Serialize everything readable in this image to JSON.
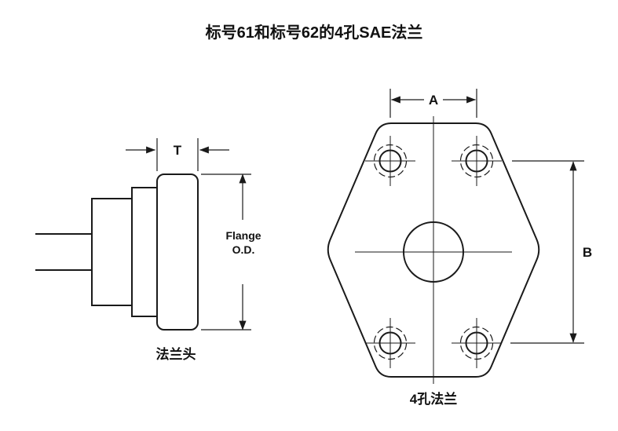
{
  "title": "标号61和标号62的4孔SAE法兰",
  "side_view": {
    "thickness_label": "T",
    "od_label_line1": "Flange",
    "od_label_line2": "O.D.",
    "caption": "法兰头"
  },
  "front_view": {
    "width_label": "A",
    "height_label": "B",
    "caption": "4孔法兰"
  },
  "colors": {
    "line_color": "#1a1a1a",
    "background": "#ffffff"
  }
}
